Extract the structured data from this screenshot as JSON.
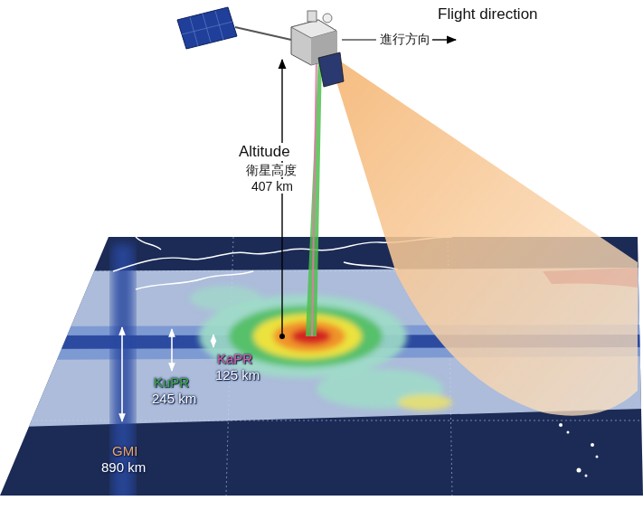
{
  "diagram": {
    "labels": [
      "Flight direction",
      "進行方向",
      "Altitude",
      "衛星高度",
      "407 km",
      "GMI",
      "890 km",
      "KuPR",
      "245 km",
      "KaPR",
      "125 km"
    ]
  }
}
